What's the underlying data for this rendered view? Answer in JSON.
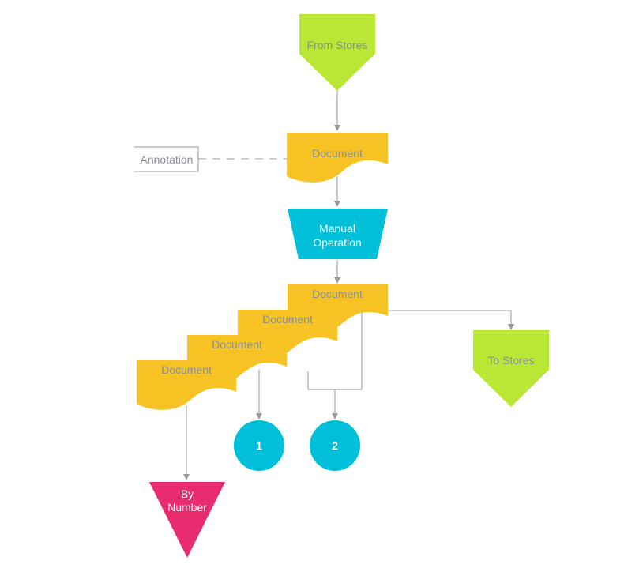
{
  "nodes": {
    "from_stores": {
      "label": "From Stores",
      "color": "#b8e835"
    },
    "annotation": {
      "label": "Annotation"
    },
    "document_1": {
      "label": "Document",
      "color": "#f7c223"
    },
    "manual_operation": {
      "line1": "Manual",
      "line2": "Operation",
      "color": "#00bfd8"
    },
    "document_stack": {
      "labels": [
        "Document",
        "Document",
        "Document",
        "Document"
      ],
      "color": "#f7c223"
    },
    "to_stores": {
      "label": "To Stores",
      "color": "#b8e835"
    },
    "connector_1": {
      "label": "1",
      "color": "#00bfd8"
    },
    "connector_2": {
      "label": "2",
      "color": "#00bfd8"
    },
    "by_number": {
      "line1": "By",
      "line2": "Number",
      "color": "#e82a6e"
    }
  },
  "colors": {
    "line": "#9a9a9a",
    "label_grey": "#8a8f94"
  }
}
